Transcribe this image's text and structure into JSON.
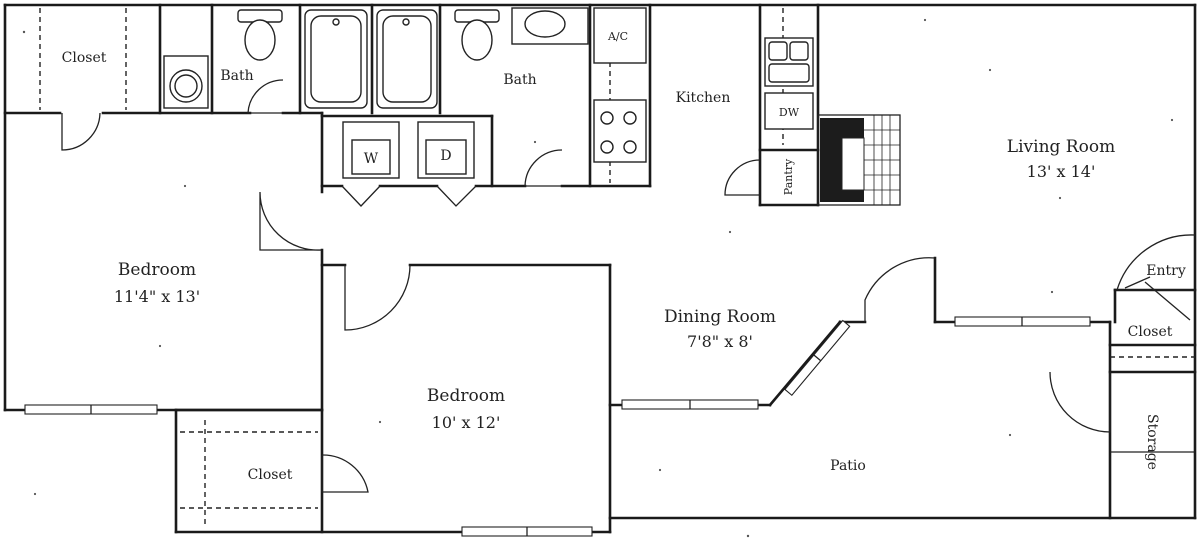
{
  "labels": {
    "closet_top_left": "Closet",
    "bath_left": "Bath",
    "bath_right": "Bath",
    "ac": "A/C",
    "kitchen": "Kitchen",
    "dishwasher": "DW",
    "pantry": "Pantry",
    "washer": "W",
    "dryer": "D",
    "living_room": "Living Room",
    "living_room_dim": "13' x 14'",
    "bedroom_left": "Bedroom",
    "bedroom_left_dim": "11'4\" x 13'",
    "dining_room": "Dining Room",
    "dining_room_dim": "7'8\" x 8'",
    "bedroom_center": "Bedroom",
    "bedroom_center_dim": "10' x 12'",
    "closet_bottom": "Closet",
    "patio": "Patio",
    "storage": "Storage",
    "entry": "Entry",
    "closet_entry": "Closet"
  }
}
